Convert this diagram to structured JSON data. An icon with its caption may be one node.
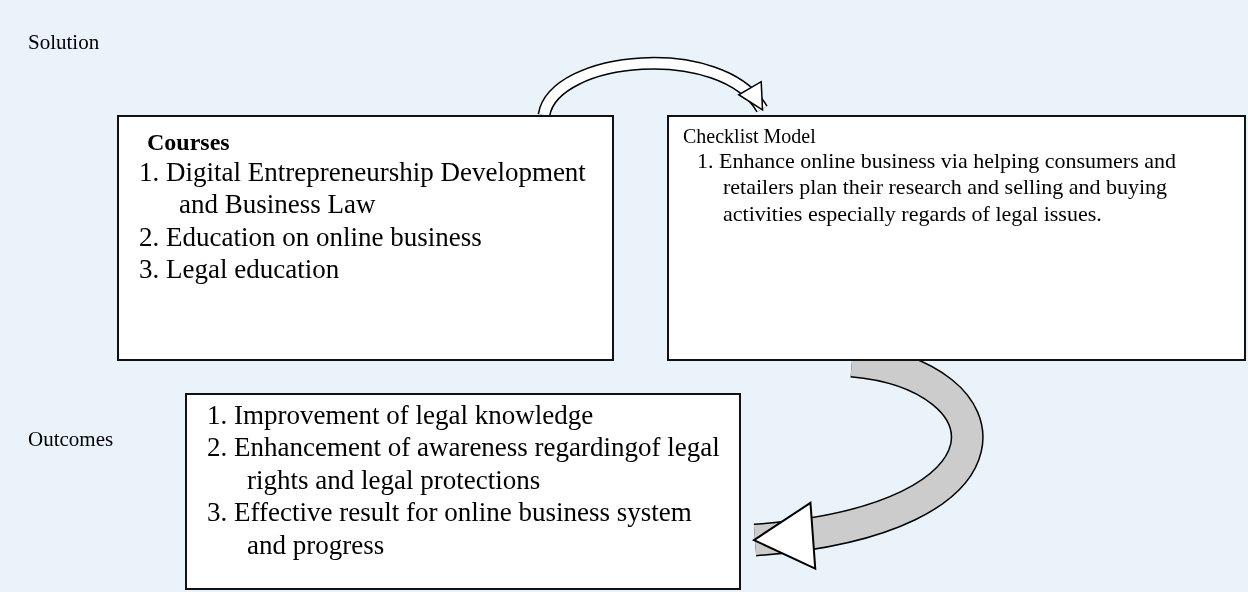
{
  "diagram": {
    "nodes": [
      {
        "text": [
          "Courses",
          "1. Digital Entrepreneurship Development and Business Law",
          "2. Education on online business",
          "3. Legal education"
        ]
      },
      {
        "text": [
          "Checklist Model",
          "1. Enhance online business via helping consumers and retailers plan their research and selling and buying activities especially regards of legal issues."
        ]
      },
      {
        "text": [
          "1. Improvement of legal knowledge",
          "2. Enhancement of awareness regardingof legal rights and legal protections",
          "3. Effective result for online business system and progress"
        ]
      }
    ],
    "edges": [
      {
        "from": 0,
        "to": 1,
        "arrow": "to"
      },
      {
        "from": 1,
        "to": 2,
        "arrow": "to",
        "style": "thick"
      }
    ],
    "labels": [
      "Solution",
      "Outcomes"
    ]
  }
}
